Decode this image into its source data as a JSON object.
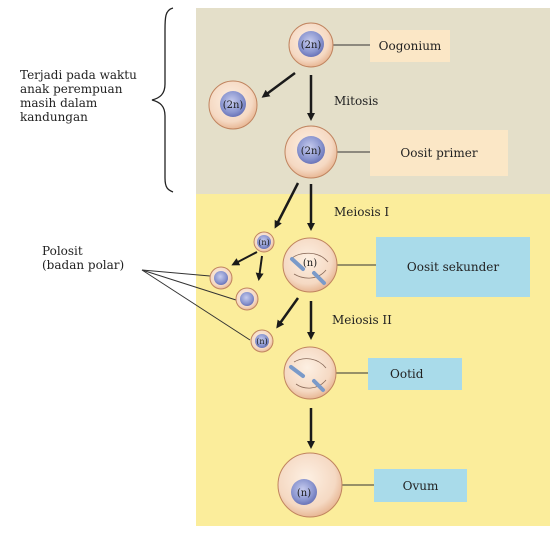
{
  "cells": {
    "oogonium": "(2n)",
    "mitosis_daughter": "(2n)",
    "primary_oocyte": "(2n)",
    "secondary_oocyte": "(n)",
    "first_polar_body": "(n)",
    "second_polar_body": "(n)",
    "ootid": "",
    "ovum": "(n)"
  },
  "stage_labels": {
    "oogonium": "Oogonium",
    "primary_oocyte": "Oosit primer",
    "secondary_oocyte": "Oosit sekunder",
    "ootid": "Ootid",
    "ovum": "Ovum"
  },
  "process_labels": {
    "mitosis": "Mitosis",
    "meiosis_1": "Meiosis I",
    "meiosis_2": "Meiosis II"
  },
  "annotations": {
    "prenatal_note": [
      "Terjadi pada waktu",
      "anak perempuan",
      "masih dalam",
      "kandungan"
    ],
    "polar_body_note": [
      "Polosit",
      "(badan polar)"
    ]
  },
  "colors": {
    "prenatal_zone": "#e4dfc9",
    "postnatal_zone": "#fbed9b",
    "label_tan": "#fbe7c6",
    "label_blue": "#a9dbea",
    "cell_fill": "#f5d9c3",
    "cell_border": "#c0845f",
    "nucleus": "#8a95cf",
    "chromosome": "#7a9ac9"
  }
}
